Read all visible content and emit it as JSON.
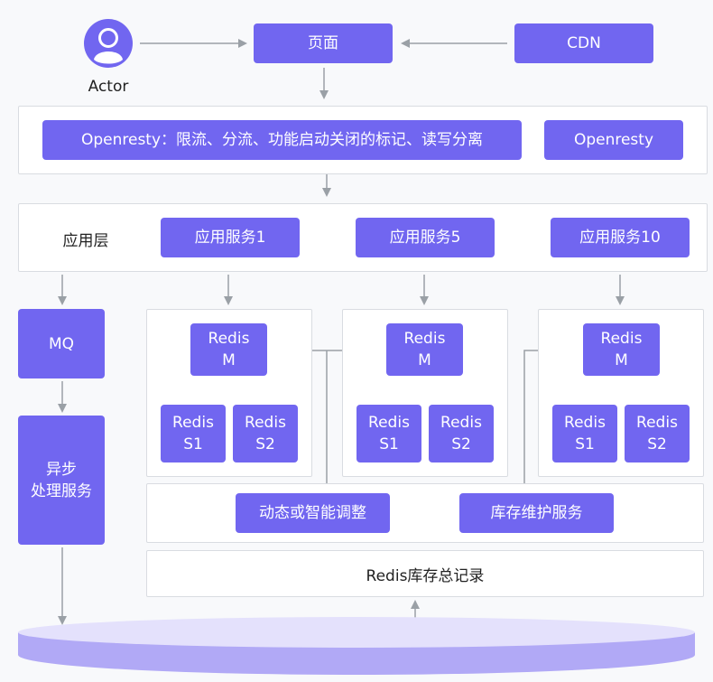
{
  "actor": {
    "label": "Actor",
    "icon": "user-avatar-icon"
  },
  "top": {
    "page": "页面",
    "cdn": "CDN"
  },
  "gateway": {
    "openresty_features": "Openresty：限流、分流、功能启动关闭的标记、读写分离",
    "openresty": "Openresty"
  },
  "app_layer": {
    "label": "应用层",
    "services": [
      "应用服务1",
      "应用服务5",
      "应用服务10"
    ]
  },
  "mq": "MQ",
  "async_service": "异步\n处理服务",
  "redis_clusters": [
    {
      "master": "Redis\nM",
      "slaves": [
        "Redis\nS1",
        "Redis\nS2"
      ]
    },
    {
      "master": "Redis\nM",
      "slaves": [
        "Redis\nS1",
        "Redis\nS2"
      ]
    },
    {
      "master": "Redis\nM",
      "slaves": [
        "Redis\nS1",
        "Redis\nS2"
      ]
    }
  ],
  "control": {
    "dynamic_adjust": "动态或智能调整",
    "inventory_service": "库存维护服务"
  },
  "redis_total": "Redis库存总记录",
  "colors": {
    "node": "#7166f0",
    "arrow": "#9aa0a6",
    "panel_border": "#d9dce1",
    "db_top": "#e4e1fc",
    "db_side": "#b1a9f6",
    "background": "#f8f9fb"
  }
}
